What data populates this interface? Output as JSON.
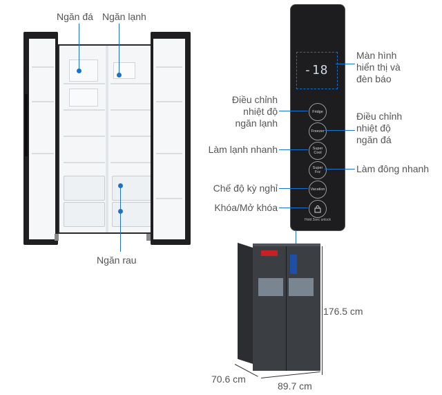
{
  "fridge_labels": {
    "freezer_compartment": "Ngăn đá",
    "fridge_compartment": "Ngăn lạnh",
    "vegetable_drawer": "Ngăn rau"
  },
  "panel_labels": {
    "display": "Màn hình\nhiển thị và\nđèn báo",
    "fridge_temp": "Điều chỉnh\nnhiệt độ\nngăn lạnh",
    "freezer_temp": "Điều chỉnh\nnhiệt độ\nngăn đá",
    "super_cool": "Làm lạnh nhanh",
    "super_frz": "Làm đông nhanh",
    "vacation": "Chế độ kỳ nghỉ",
    "lock": "Khóa/Mở khóa"
  },
  "panel_buttons": {
    "fridge": "Fridge",
    "freezer": "Freezer",
    "super_cool": "Super Cool",
    "super_frz": "Super Frz",
    "vacation": "Vacation",
    "lock_caption": "Hold 3sec unlock"
  },
  "display_value": "-18",
  "dimensions": {
    "height": "176.5 cm",
    "depth": "70.6 cm",
    "width": "89.7 cm"
  },
  "colors": {
    "accent": "#1a73c8",
    "panel": "#1d1d1f",
    "body": "#3b3e43"
  }
}
